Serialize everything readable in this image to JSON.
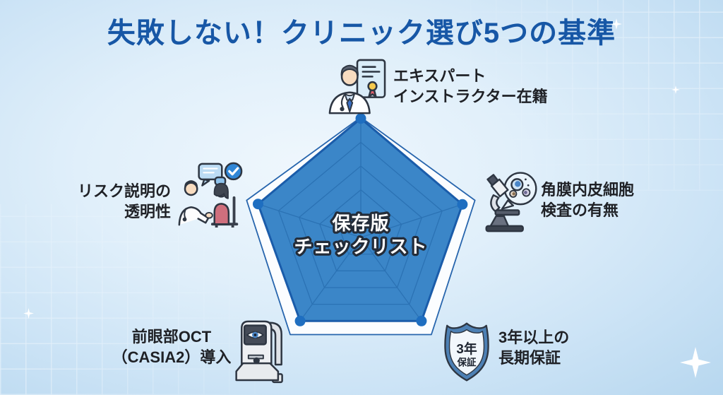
{
  "title": "失敗しない！クリニック選び5つの基準",
  "colors": {
    "title": "#1757a6",
    "label": "#1f2126",
    "fill": "#3b86c8",
    "border": "#1a5caa",
    "grid": "#2b72b4",
    "dot": "#1e6ec0",
    "outer_stroke": "#2765ad",
    "outer_fill": "#fbfdff",
    "center_text": "#ffffff",
    "center_text_outline": "#232c39",
    "background_light": "#eff7fd",
    "background_deep": "#b7d7ef"
  },
  "chart_data": {
    "type": "radar",
    "title": "保存版チェックリスト",
    "center_label": [
      "保存版",
      "チェックリスト"
    ],
    "categories": [
      "エキスパートインストラクター在籍",
      "角膜内皮細胞検査の有無",
      "3年以上の長期保証",
      "前眼部OCT（CASIA2）導入",
      "リスク説明の透明性"
    ],
    "values": [
      99,
      89,
      86,
      86,
      90
    ],
    "max": 100,
    "grid_levels": [
      20,
      40,
      60,
      80
    ],
    "grid": "on",
    "legend": "none"
  },
  "labels": {
    "top": {
      "line1": "エキスパート",
      "line2": "インストラクター在籍",
      "icon": "doctor-certificate-icon"
    },
    "right": {
      "line1": "角膜内皮細胞",
      "line2": "検査の有無",
      "icon": "microscope-cells-icon"
    },
    "bottom_right": {
      "line1": "3年以上の",
      "line2": "長期保証",
      "icon": "warranty-shield-icon"
    },
    "bottom_left": {
      "line1": "前眼部OCT",
      "line2": "（CASIA2）導入",
      "icon": "oct-device-icon"
    },
    "left": {
      "line1": "リスク説明の",
      "line2": "透明性",
      "icon": "doctor-patient-icon"
    }
  },
  "shield": {
    "line1": "3年",
    "line2": "保証"
  }
}
